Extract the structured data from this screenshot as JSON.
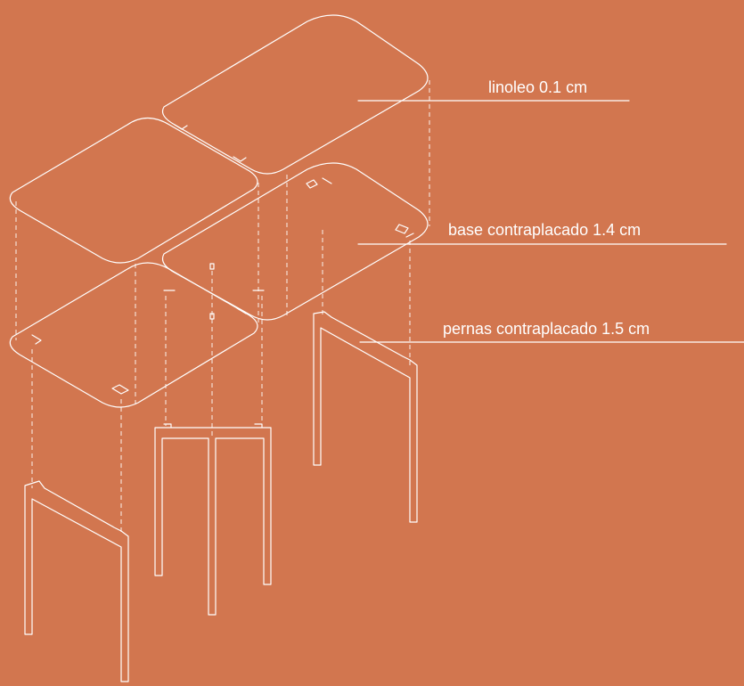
{
  "background_color": "#D2764F",
  "line_color": "#FFFFFF",
  "labels": {
    "linoleo": "linoleo 0.1 cm",
    "base": "base contraplacado 1.4 cm",
    "pernas": "pernas contraplacado 1.5 cm"
  }
}
